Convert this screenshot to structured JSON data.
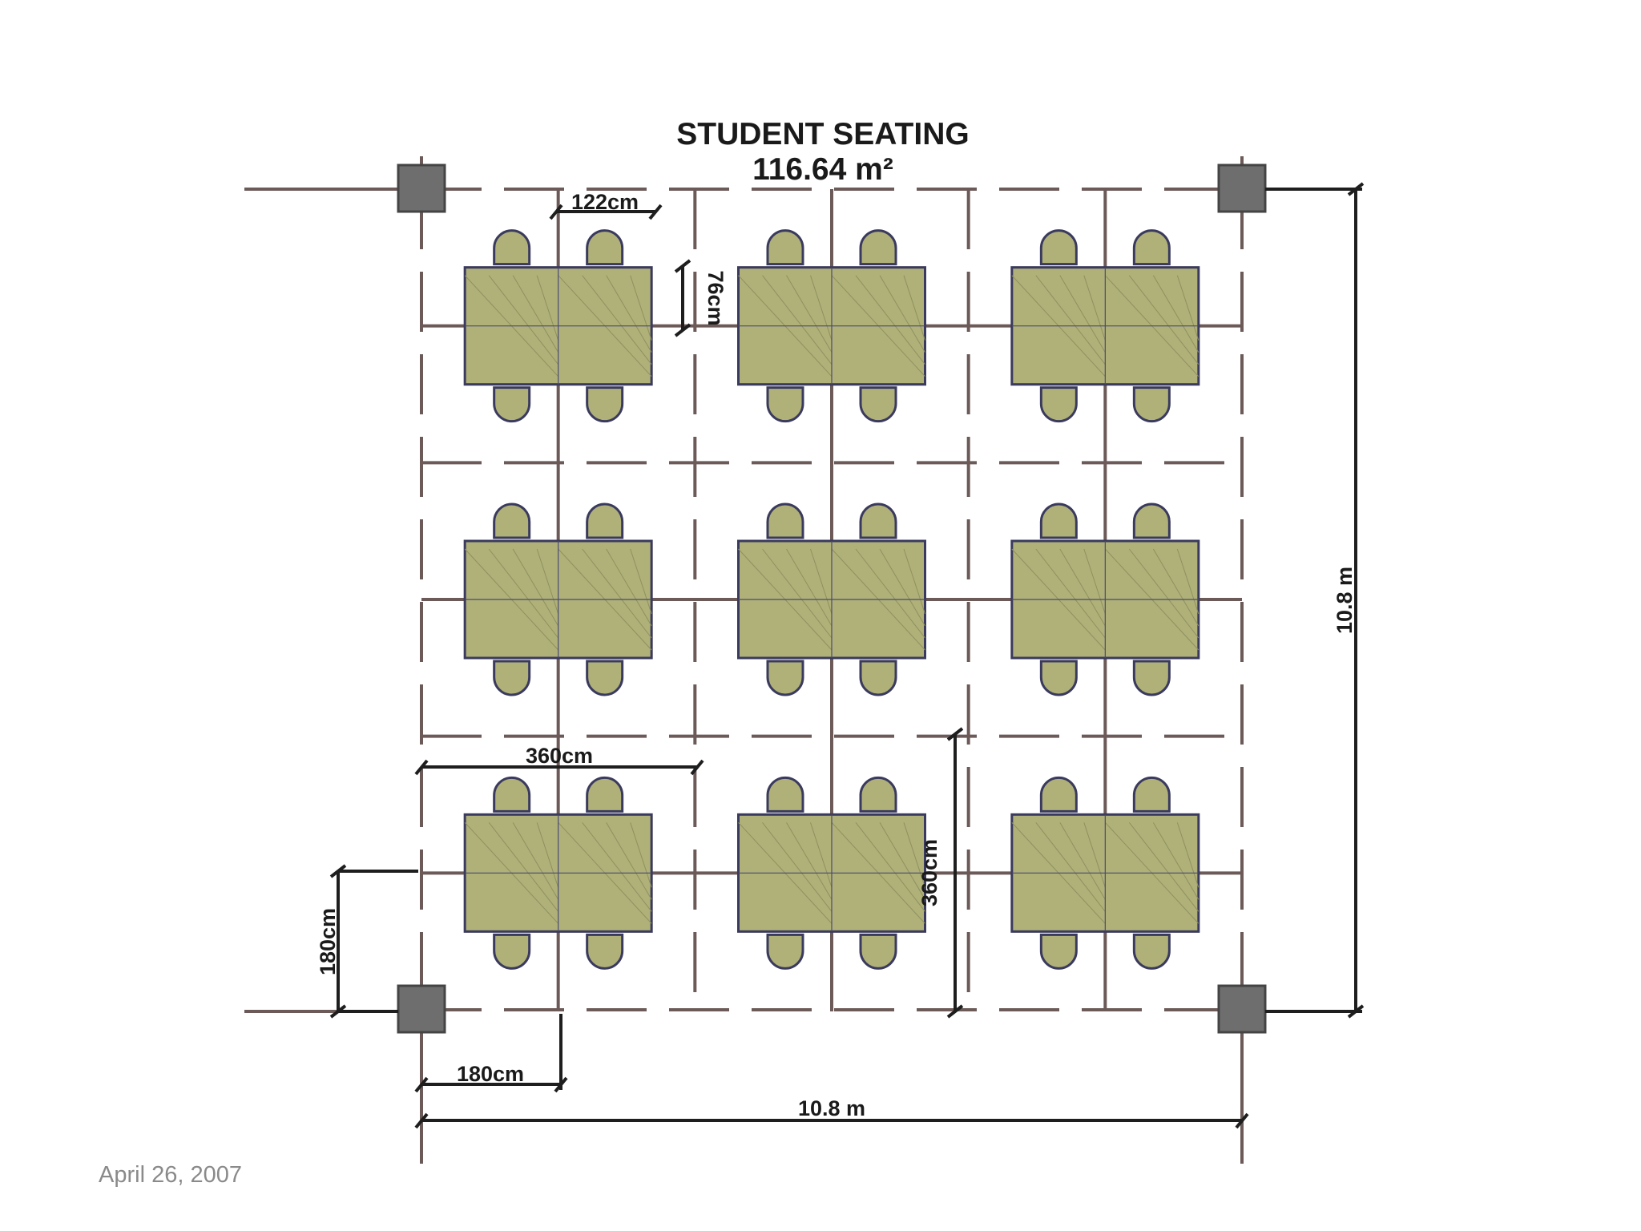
{
  "title": "STUDENT SEATING",
  "area": "116.64 m²",
  "dimensions": {
    "table_width": "122cm",
    "table_depth": "76cm",
    "module_width": "360cm",
    "module_height": "360cm",
    "half_module_vertical": "180cm",
    "half_module_horizontal": "180cm",
    "overall_width": "10.8  m",
    "overall_height": "10.8  m"
  },
  "footer": {
    "date": "April 26, 2007"
  },
  "colors": {
    "table": "#b0b178",
    "grid": "#6b5a58",
    "column": "#6e6e6e",
    "dimension": "#1e1e1e"
  },
  "layout": {
    "rows": 3,
    "columns": 3,
    "chairs_per_side": 2
  }
}
